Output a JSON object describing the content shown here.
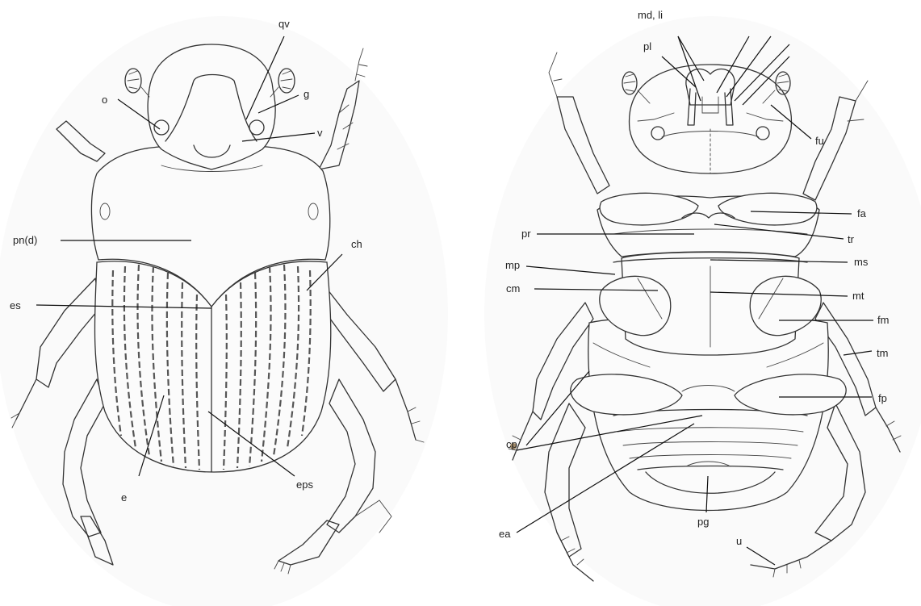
{
  "dorsal_labels": {
    "qv": "qv",
    "o": "o",
    "g": "g",
    "v": "v",
    "pn_d": "pn(d)",
    "ch": "ch",
    "es": "es",
    "e": "e",
    "eps": "eps"
  },
  "ventral_labels": {
    "md_li": "md, li",
    "pl": "pl",
    "fu": "fu",
    "fa": "fa",
    "pr": "pr",
    "tr": "tr",
    "mp": "mp",
    "ms": "ms",
    "cm": "cm",
    "mt": "mt",
    "fm": "fm",
    "tm": "tm",
    "fp": "fp",
    "cp": "cp",
    "ea": "ea",
    "pg": "pg",
    "u": "u"
  }
}
